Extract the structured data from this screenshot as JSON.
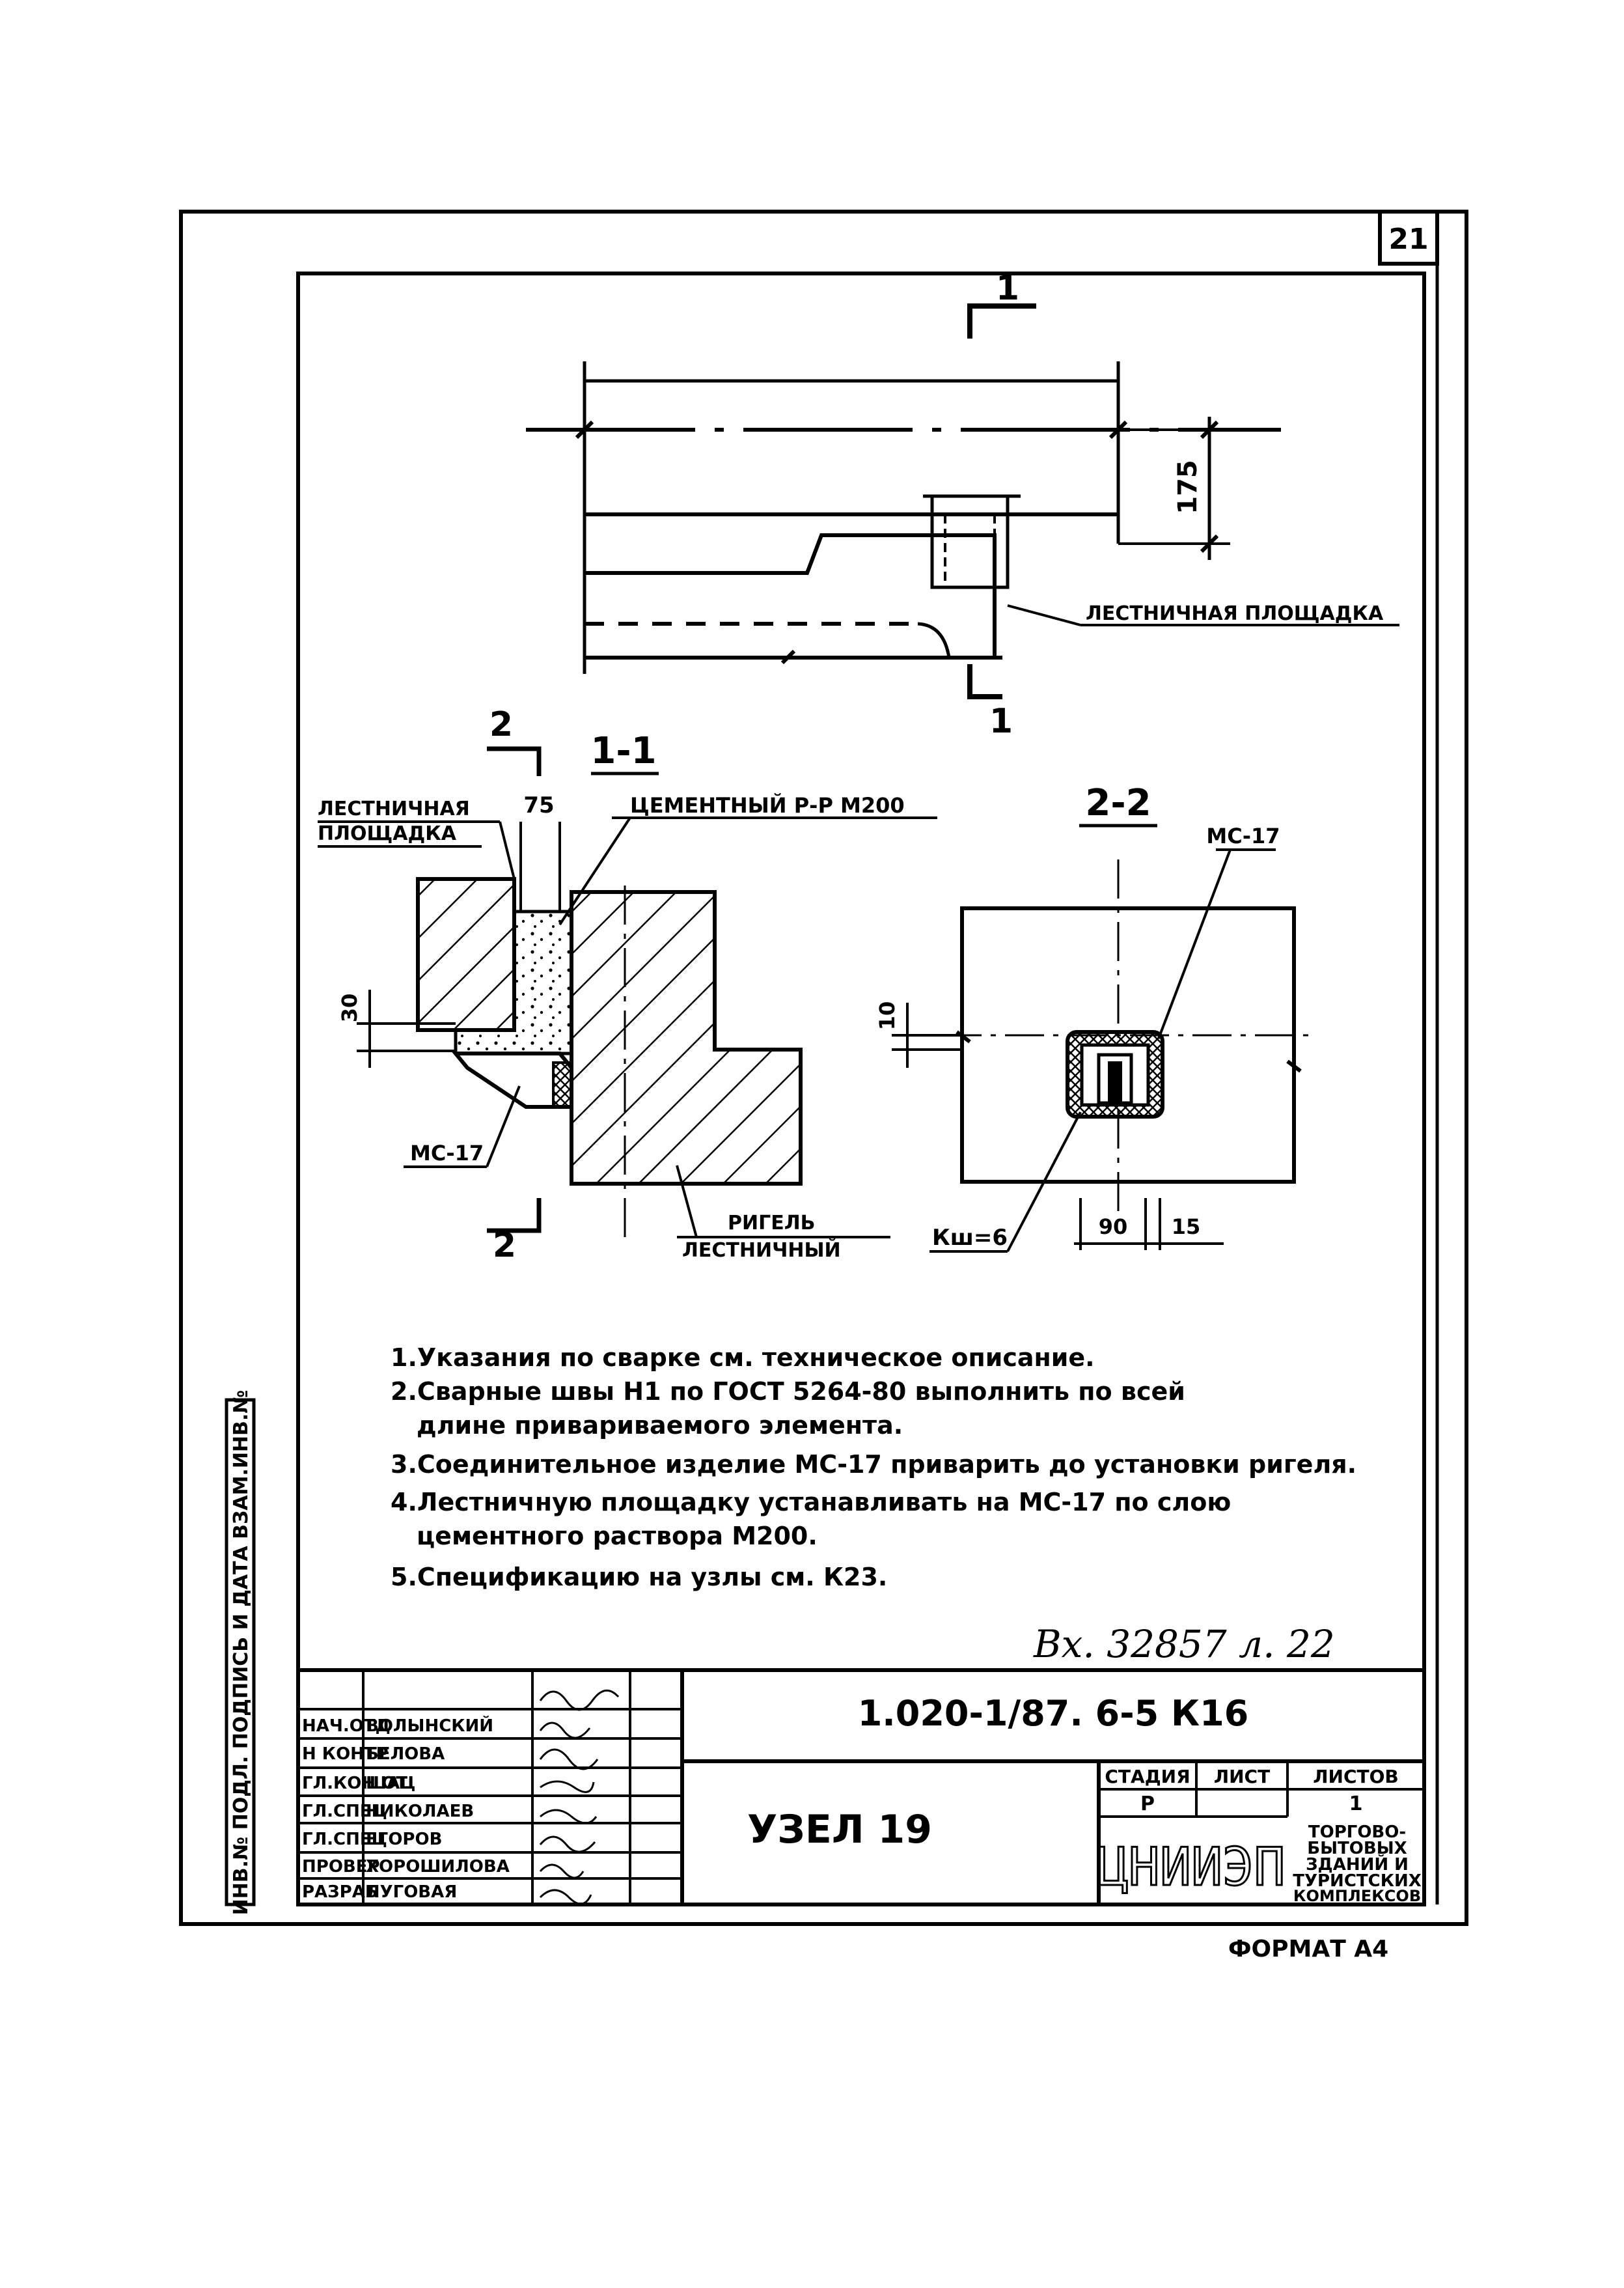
{
  "sheet": {
    "number": "21",
    "format_label": "ФОРМАТ А4",
    "incoming_stamp": "Вх. 32857 л. 22"
  },
  "plan": {
    "section_mark_top": "1",
    "section_mark_bottom": "1",
    "dim_height": "175",
    "callout": "ЛЕСТНИЧНАЯ ПЛОЩАДКА"
  },
  "section_1_1": {
    "title": "1-1",
    "cut_mark_top": "2",
    "cut_mark_bottom": "2",
    "label_landing_line1": "ЛЕСТНИЧНАЯ",
    "label_landing_line2": "ПЛОЩАДКА",
    "dim_75": "75",
    "label_mortar": "ЦЕМЕНТНЫЙ Р-Р М200",
    "dim_30": "30",
    "label_mc": "МС-17",
    "label_beam_line1": "РИГЕЛЬ",
    "label_beam_line2": "ЛЕСТНИЧНЫЙ"
  },
  "section_2_2": {
    "title": "2-2",
    "label_mc": "МС-17",
    "dim_10": "10",
    "weld_label": "Кш=6",
    "dim_90": "90",
    "dim_15": "15"
  },
  "notes": [
    "1.Указания по сварке см. техническое описание.",
    "2.Сварные швы Н1 по ГОСТ 5264-80 выполнить по всей",
    "длине привариваемого элемента.",
    "3.Соединительное изделие МС-17 приварить до установки ригеля.",
    "4.Лестничную площадку устанавливать на МС-17 по слою",
    "цементного раствора М200.",
    "5.Спецификацию на узлы см. К23."
  ],
  "side_stamp": "ИНВ.№ ПОДЛ. ПОДПИСЬ И ДАТА ВЗАМ.ИНВ.№",
  "title_block": {
    "doc_code": "1.020-1/87. 6-5   К16",
    "drawing_name": "УЗЕЛ 19",
    "stage_header": "СТАДИЯ",
    "sheet_header": "ЛИСТ",
    "sheets_header": "ЛИСТОВ",
    "stage_value": "Р",
    "sheet_value": "",
    "sheets_value": "1",
    "org": "ЦНИИЭП",
    "org_desc": [
      "ТОРГОВО-",
      "БЫТОВЫХ",
      "ЗДАНИЙ И",
      "ТУРИСТСКИХ",
      "КОМПЛЕКСОВ"
    ],
    "signatures": [
      {
        "role": "НАЧ.ОТД",
        "name": "ВОЛЫНСКИЙ"
      },
      {
        "role": "Н КОНТР",
        "name": "БЕЛОВА"
      },
      {
        "role": "ГЛ.КОН ОТ",
        "name": "ШАЦ"
      },
      {
        "role": "ГЛ.СПЕЦ",
        "name": "НИКОЛАЕВ"
      },
      {
        "role": "ГЛ.СПЕЦ",
        "name": "ЕГОРОВ"
      },
      {
        "role": "ПРОВЕР",
        "name": "ХОРОШИЛОВА"
      },
      {
        "role": "РАЗРАБ",
        "name": "ЛУГОВАЯ"
      }
    ]
  }
}
